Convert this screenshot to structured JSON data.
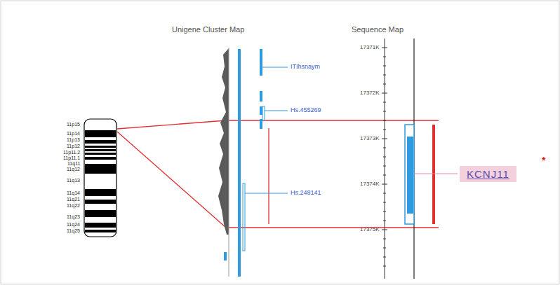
{
  "diagram": {
    "nodes": [
      {
        "text": [
          "KCNJ11"
        ]
      }
    ],
    "labels": [
      "Unigene Cluster Map",
      "Sequence Map",
      "ITIhsnaym",
      "Hs.455269",
      "Hs.248141",
      "17371K",
      "17372K",
      "17373K",
      "17374K",
      "17375K",
      "11p15",
      "11p14",
      "11p13",
      "11p12",
      "11p11.2",
      "11p11.1",
      "11q11",
      "11q12",
      "11q13",
      "11q14",
      "11q21",
      "11q22",
      "11q23",
      "11q24",
      "11q25",
      "*"
    ]
  }
}
